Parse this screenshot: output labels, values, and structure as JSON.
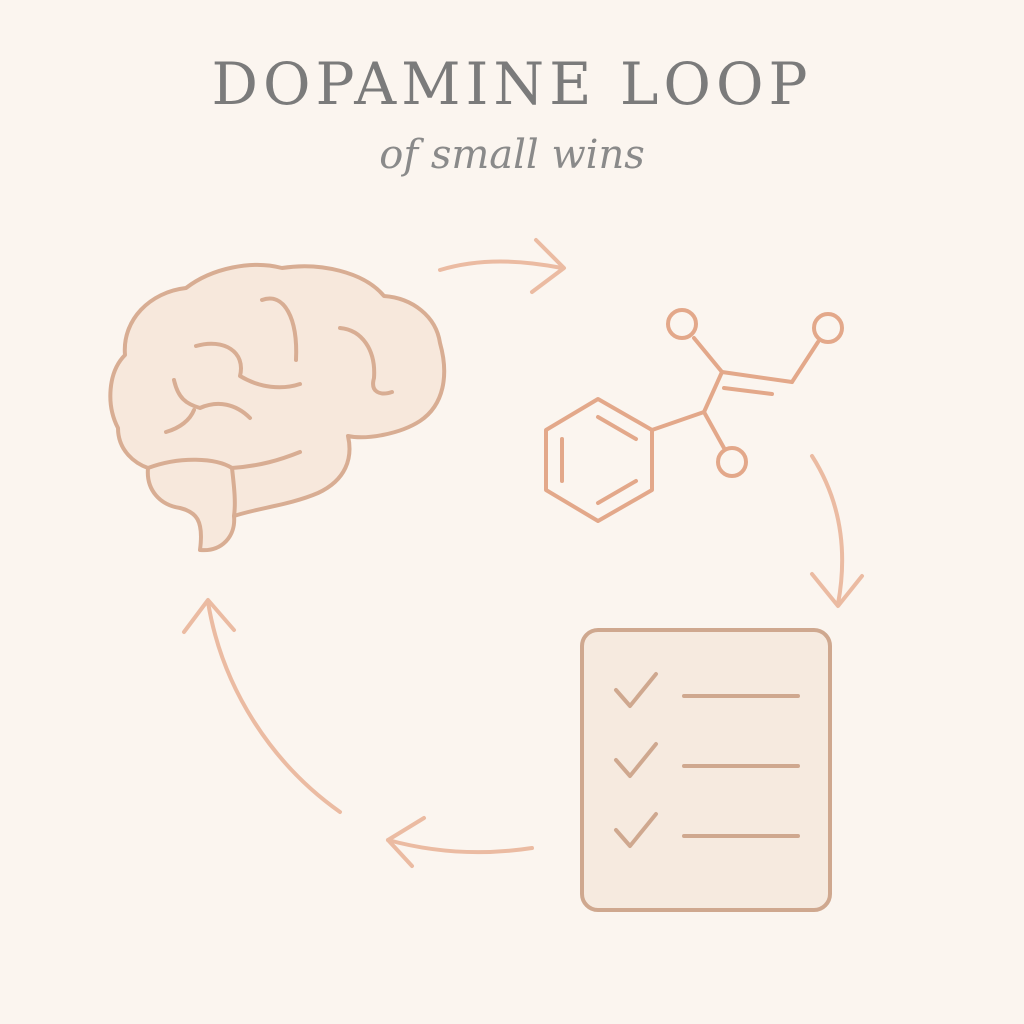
{
  "header": {
    "title": "DOPAMINE LOOP",
    "subtitle": "of small wins"
  },
  "diagram": {
    "nodes": [
      {
        "name": "brain",
        "icon": "brain-icon"
      },
      {
        "name": "dopamine-molecule",
        "icon": "molecule-icon"
      },
      {
        "name": "checklist",
        "icon": "checklist-icon",
        "items_checked": 3,
        "items_total": 3
      }
    ],
    "flow": [
      "brain",
      "dopamine-molecule",
      "checklist",
      "brain"
    ],
    "arrow_direction": "clockwise"
  },
  "colors": {
    "background": "#fbf5ef",
    "brain_stroke": "#d8ad93",
    "brain_fill": "#f7e8dc",
    "molecule_stroke": "#e3a88a",
    "arrow_stroke": "#ebbba2",
    "checklist_stroke": "#cfa88f",
    "checklist_fill": "#f6eadf",
    "text": "#7b7b7b"
  }
}
